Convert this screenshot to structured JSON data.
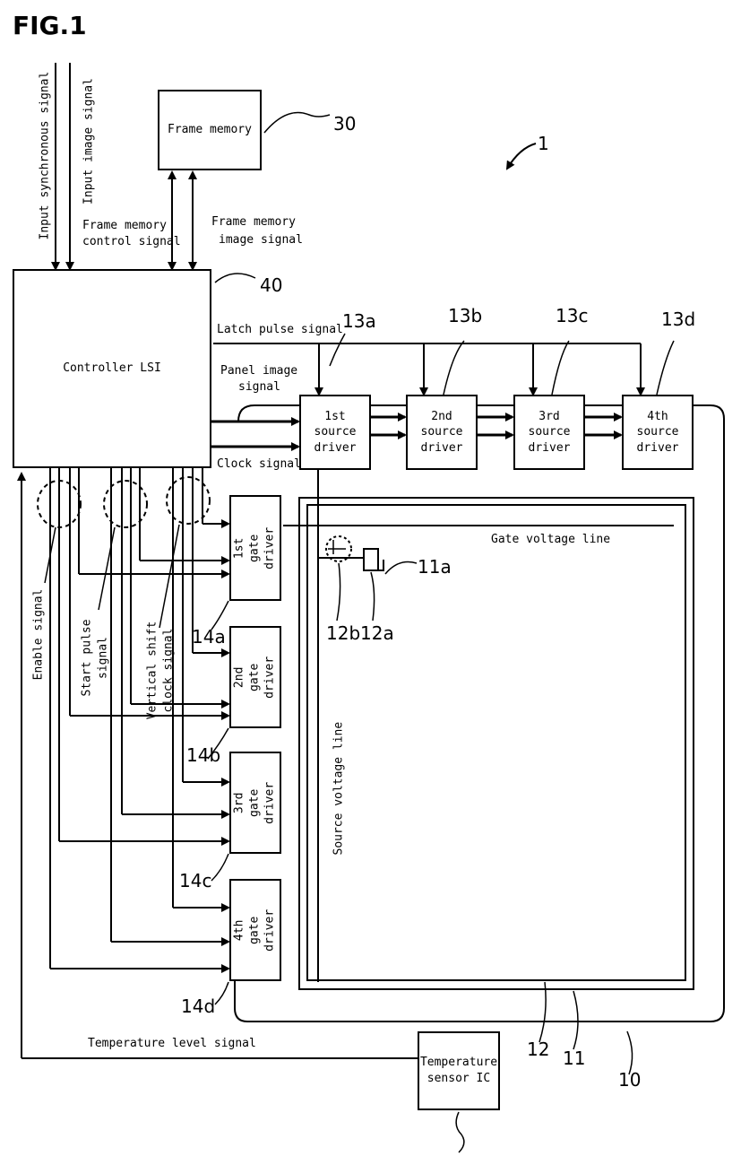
{
  "figure_title": "FIG.1",
  "boxes": {
    "frame_memory": "Frame memory",
    "controller": "Controller LSI",
    "source_drivers": [
      "1st source\ndriver",
      "2nd source\ndriver",
      "3rd source\ndriver",
      "4th source\ndriver"
    ],
    "gate_drivers": [
      "1st gate\ndriver",
      "2nd gate\ndriver",
      "3rd gate\ndriver",
      "4th gate\ndriver"
    ],
    "temperature_sensor": "Temperature\nsensor IC"
  },
  "signals": {
    "input_sync": "Input synchronous signal",
    "input_image": "Input image signal",
    "fm_control_1": "Frame memory",
    "fm_control_2": "control signal",
    "fm_image_1": "Frame memory",
    "fm_image_2": "image signal",
    "latch_pulse": "Latch pulse signal",
    "panel_image_1": "Panel image",
    "panel_image_2": "signal",
    "clock": "Clock signal",
    "enable": "Enable signal",
    "start_pulse_1": "Start pulse",
    "start_pulse_2": "signal",
    "vshift_1": "Vertical shift",
    "vshift_2": "clock signal",
    "gate_voltage": "Gate voltage line",
    "source_voltage": "Source voltage line",
    "temperature_level": "Temperature level signal"
  },
  "refs": {
    "r1": "1",
    "r30": "30",
    "r40": "40",
    "r13a": "13a",
    "r13b": "13b",
    "r13c": "13c",
    "r13d": "13d",
    "r14a": "14a",
    "r14b": "14b",
    "r14c": "14c",
    "r14d": "14d",
    "r11a": "11a",
    "r12a": "12a",
    "r12b": "12b",
    "r10": "10",
    "r11": "11",
    "r12": "12"
  }
}
